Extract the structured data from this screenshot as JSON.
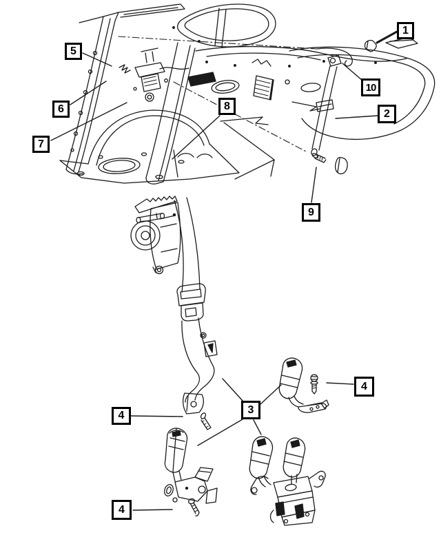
{
  "diagram": {
    "background_color": "#ffffff",
    "line_color": "#1a1a1a",
    "callouts": {
      "c1": {
        "label": "1"
      },
      "c2": {
        "label": "2"
      },
      "c3": {
        "label": "3"
      },
      "c4a": {
        "label": "4"
      },
      "c4b": {
        "label": "4"
      },
      "c4c": {
        "label": "4"
      },
      "c5": {
        "label": "5"
      },
      "c6": {
        "label": "6"
      },
      "c7": {
        "label": "7"
      },
      "c8": {
        "label": "8"
      },
      "c9": {
        "label": "9"
      },
      "c10": {
        "label": "10"
      }
    }
  }
}
